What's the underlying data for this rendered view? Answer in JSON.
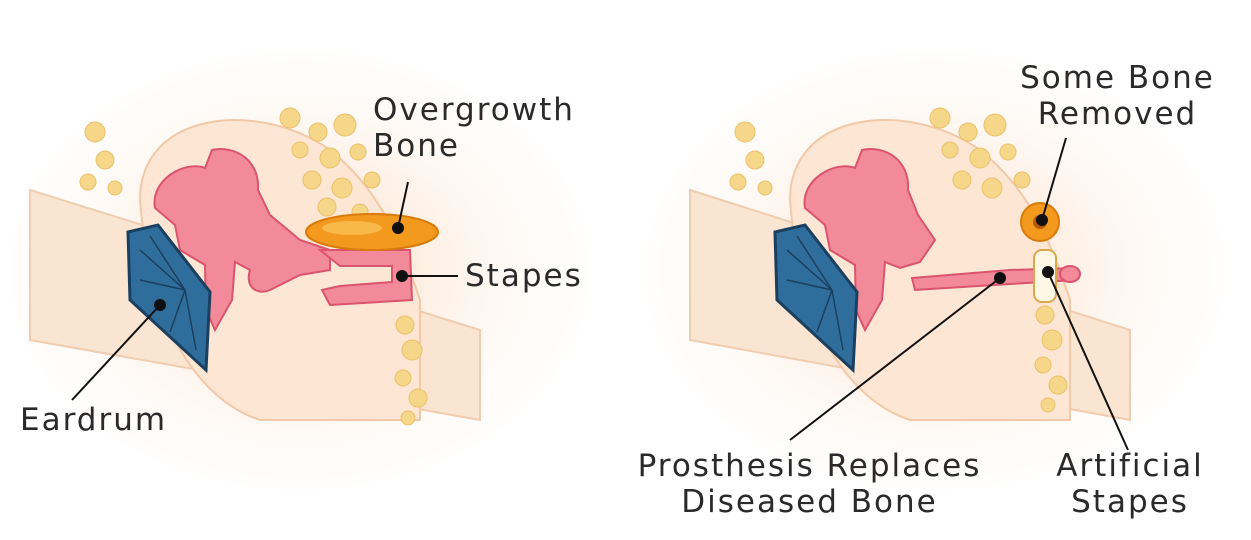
{
  "left_panel": {
    "overgrowth_label": [
      "Overgrowth",
      "Bone"
    ],
    "stapes_label": "Stapes",
    "eardrum_label": "Eardrum"
  },
  "right_panel": {
    "removed_label": [
      "Some Bone",
      "Removed"
    ],
    "prosthesis_label": [
      "Prosthesis Replaces",
      "Diseased Bone"
    ],
    "artificial_label": [
      "Artificial",
      "Stapes"
    ]
  },
  "colors": {
    "skin": "#fbe2cc",
    "skin_dark": "#f3caa6",
    "ossicle": "#f28a9a",
    "ossicle_edge": "#d9546c",
    "eardrum": "#2f6e9c",
    "eardrum_edge": "#1b3f5e",
    "bone_overgrowth": "#f39a1e",
    "bone_dots": "#f6d78a",
    "label_text": "#2a2a2a"
  }
}
